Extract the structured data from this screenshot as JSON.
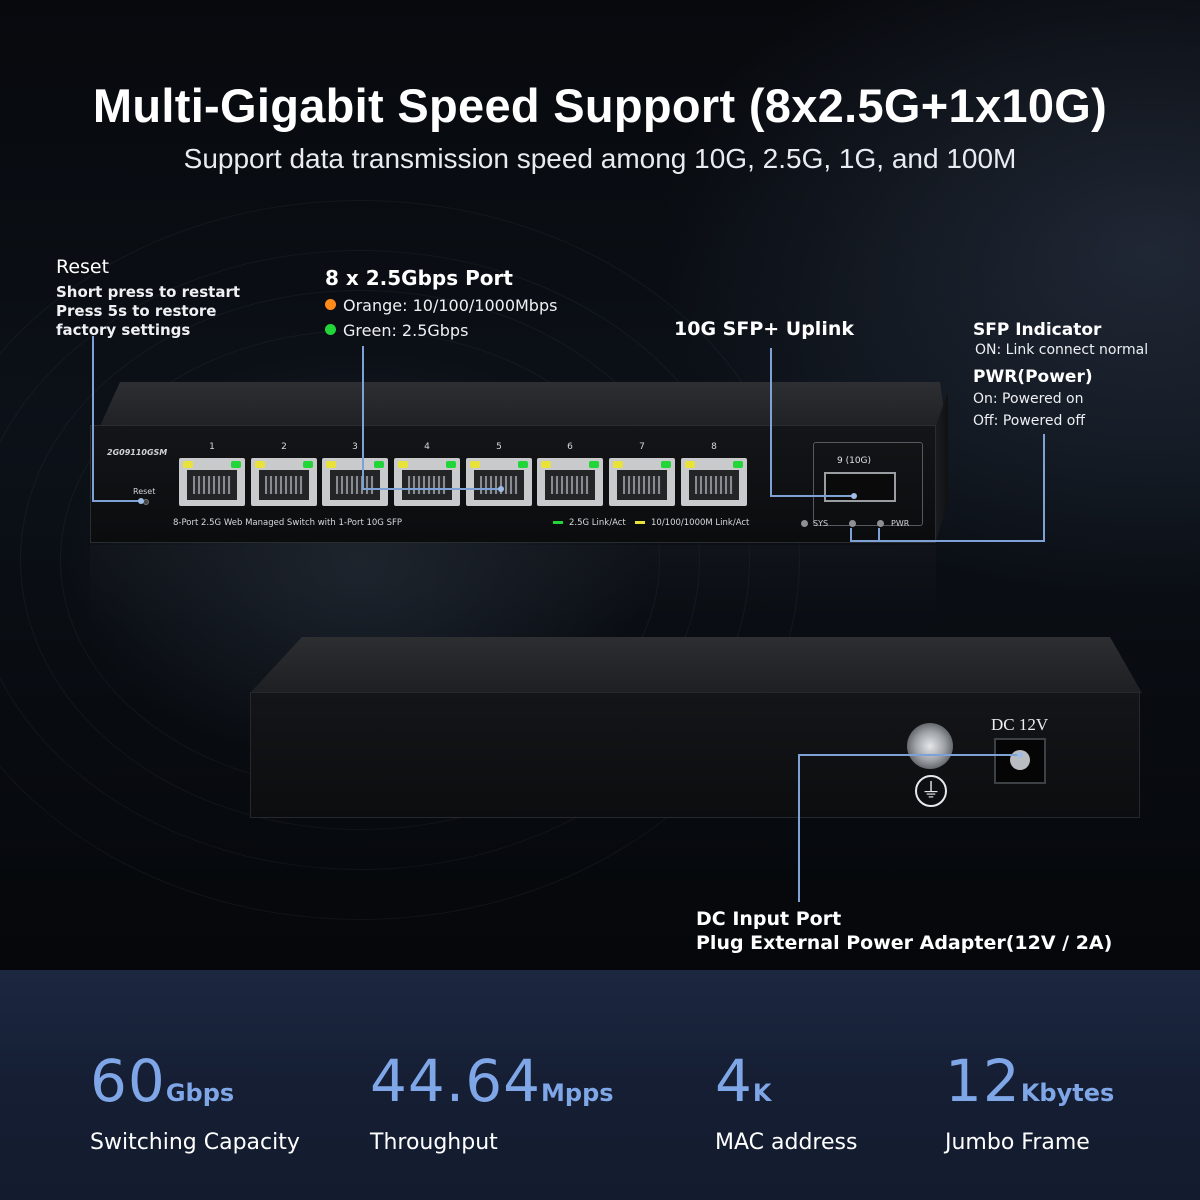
{
  "header": {
    "title": "Multi-Gigabit Speed Support (8x2.5G+1x10G)",
    "subtitle": "Support data transmission speed among 10G, 2.5G, 1G, and 100M"
  },
  "callouts": {
    "reset": {
      "title": "Reset",
      "lines": [
        "Short press to restart",
        "Press 5s to restore",
        "factory settings"
      ]
    },
    "ports": {
      "title": "8 x 2.5Gbps Port",
      "orange": "Orange: 10/100/1000Mbps",
      "green": "Green: 2.5Gbps"
    },
    "sfp_uplink": {
      "title": "10G SFP+ Uplink"
    },
    "sfp_indicator": {
      "title": "SFP Indicator",
      "line": "ON: Link connect normal"
    },
    "pwr": {
      "title": "PWR(Power)",
      "on": "On: Powered on",
      "off": "Off: Powered off"
    },
    "dc": {
      "title": "DC Input Port",
      "line": "Plug External Power Adapter(12V / 2A)"
    }
  },
  "device_front": {
    "model": "2G09110GSM",
    "reset_label": "Reset",
    "port_numbers": [
      "1",
      "2",
      "3",
      "4",
      "5",
      "6",
      "7",
      "8"
    ],
    "description": "8-Port 2.5G Web Managed Switch with 1-Port 10G SFP",
    "legend_green": "2.5G Link/Act",
    "legend_yellow": "10/100/1000M Link/Act",
    "sfp_label": "9 (10G)",
    "sys_label": "SYS",
    "pwr_label": "PWR"
  },
  "device_back": {
    "dc_label": "DC 12V",
    "ground_symbol": "⏚"
  },
  "stats": [
    {
      "value": "60",
      "unit": "Gbps",
      "label": "Switching Capacity"
    },
    {
      "value": "44.64",
      "unit": "Mpps",
      "label": "Throughput"
    },
    {
      "value": "4",
      "unit": "K",
      "label": "MAC address"
    },
    {
      "value": "12",
      "unit": "Kbytes",
      "label": "Jumbo Frame"
    }
  ],
  "colors": {
    "accent_blue": "#7fa6e6",
    "led_orange": "#ff8c1a",
    "led_green": "#22d63a",
    "led_yellow": "#e8e23a",
    "band": "#1c2740"
  }
}
